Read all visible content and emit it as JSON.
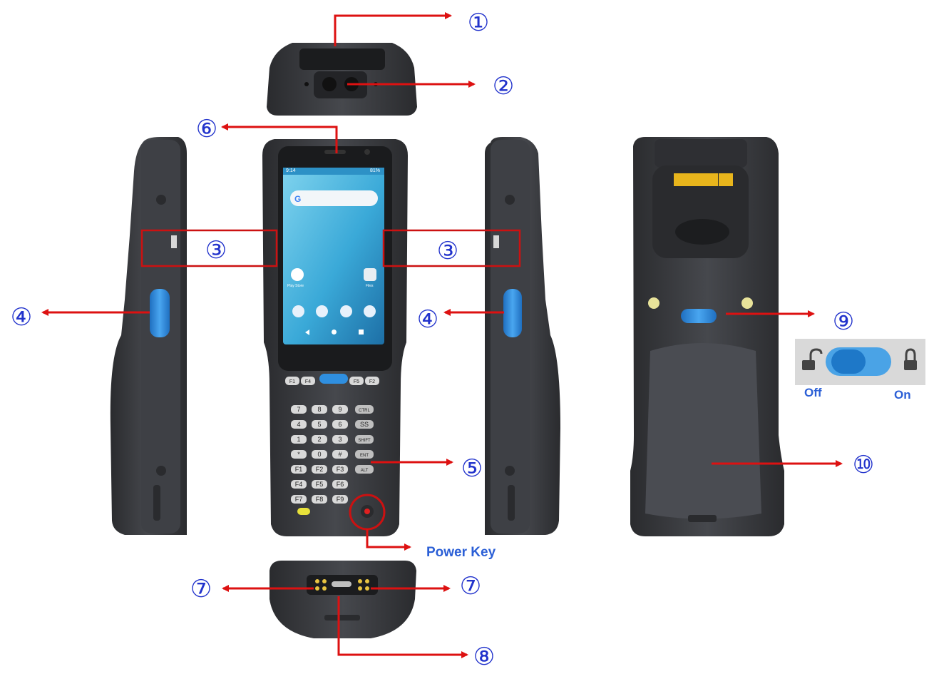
{
  "callouts": {
    "c1": "①",
    "c2": "②",
    "c3": "③",
    "c4": "④",
    "c5": "⑤",
    "c6": "⑥",
    "c7": "⑦",
    "c8": "⑧",
    "c9": "⑨",
    "c10": "⑩"
  },
  "labels": {
    "power_key": "Power Key",
    "lock_off": "Off",
    "lock_on": "On"
  },
  "keypad": {
    "top_row": [
      "F1",
      "F4",
      "F5",
      "F2"
    ],
    "rows": [
      [
        "7",
        "8",
        "9",
        "CTRL"
      ],
      [
        "4",
        "5",
        "6",
        "SS"
      ],
      [
        "1",
        "2",
        "3",
        "SHIFT"
      ],
      [
        "*",
        "0",
        "#",
        "ENT"
      ],
      [
        "F1",
        "F2",
        "F3",
        "ALT"
      ],
      [
        "F4",
        "F5",
        "F6",
        ""
      ],
      [
        "F7",
        "F8",
        "F9",
        ""
      ]
    ]
  },
  "screen": {
    "time": "9:14",
    "battery": "81%",
    "search_letter": "G",
    "app_play": "Play Store",
    "app_files": "Files"
  },
  "colors": {
    "arrow": "#dd1111",
    "callout": "#2233cc",
    "device_body": "#3a3c40",
    "device_dark": "#232427",
    "scan_button": "#2f8fe0",
    "label_blue": "#2b5fd6"
  }
}
